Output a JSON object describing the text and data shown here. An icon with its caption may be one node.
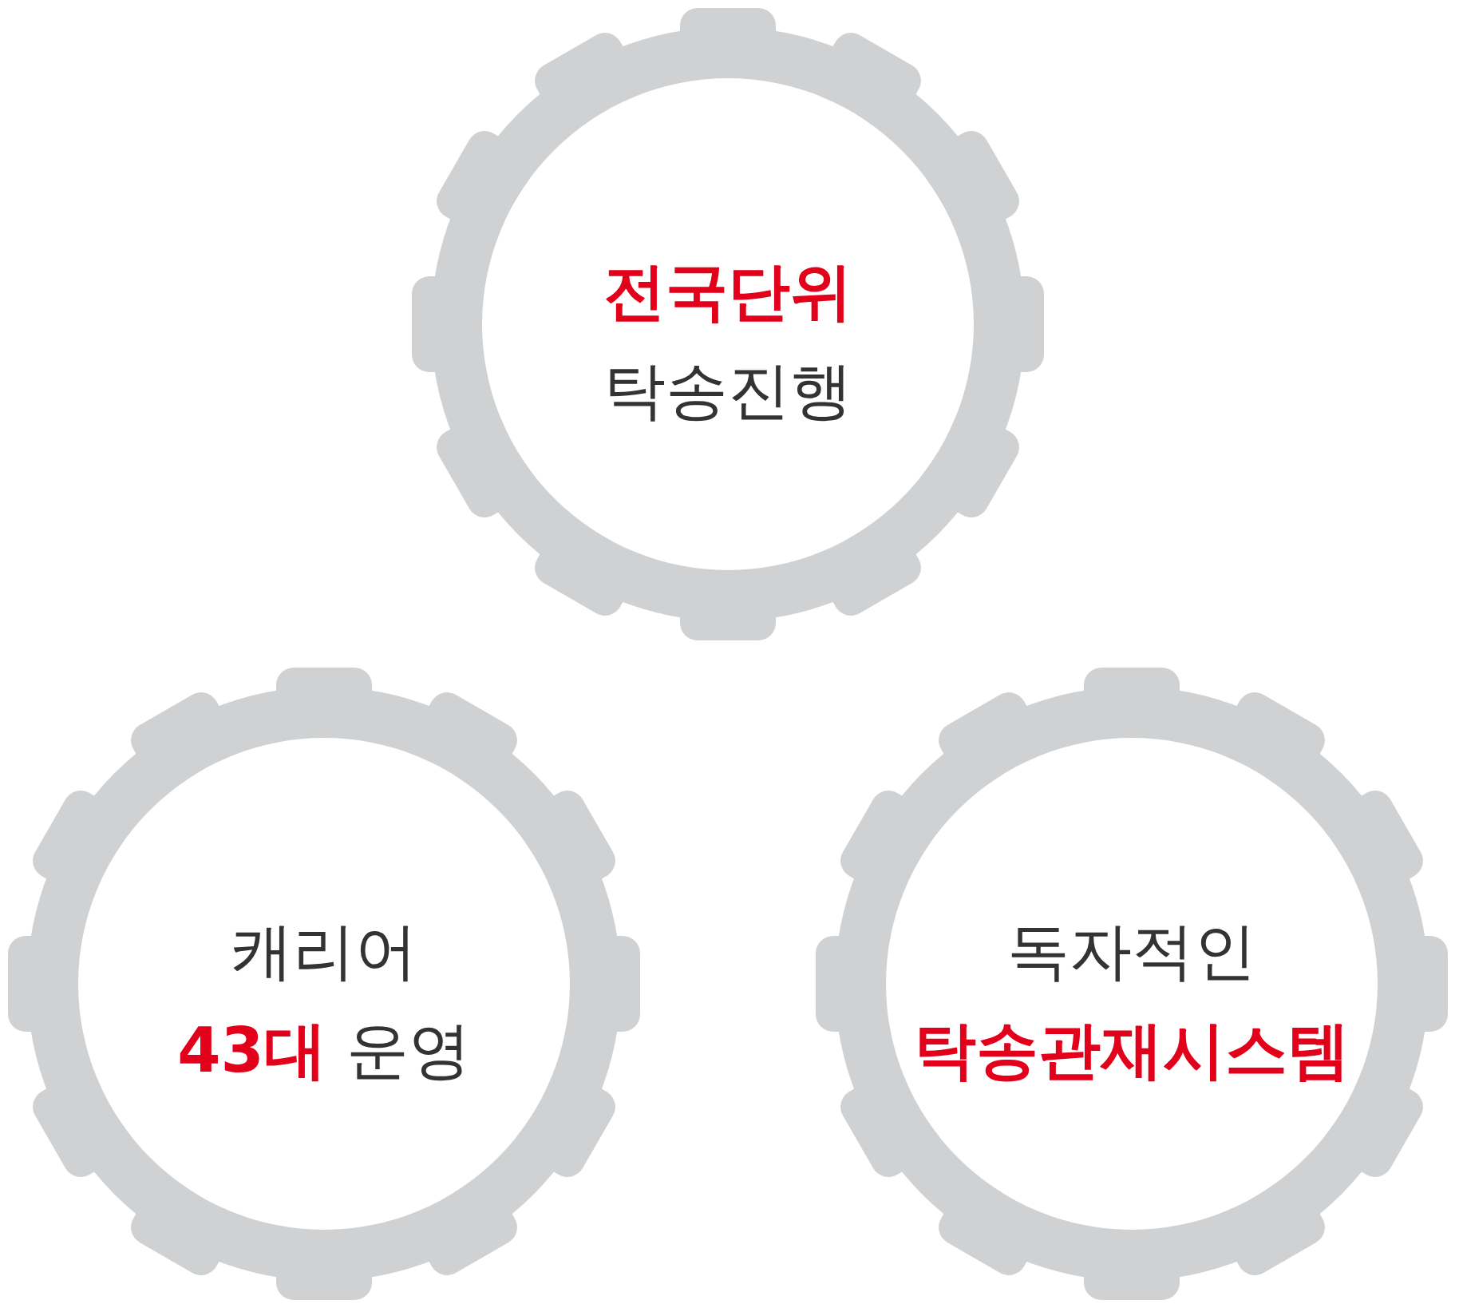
{
  "diagram": {
    "nodes": [
      {
        "text": [
          "**전국단위** 탁송진행"
        ]
      },
      {
        "text": [
          "캐리어 **43대** 운영"
        ]
      },
      {
        "text": [
          "독자적인 **탁송관재시스템**"
        ]
      }
    ]
  }
}
